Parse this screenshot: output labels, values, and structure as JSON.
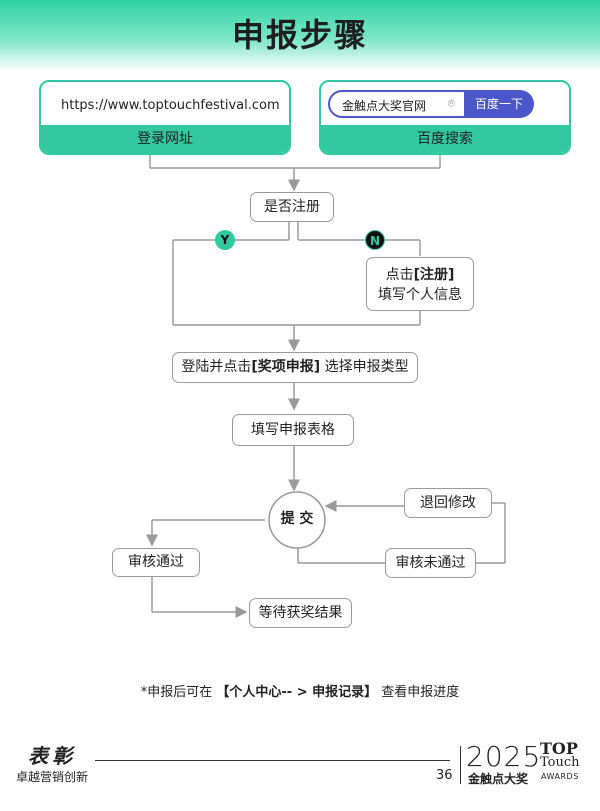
{
  "title": "申报步骤",
  "login_card": {
    "url": "https://www.toptouchfestival.com",
    "label": "登录网址"
  },
  "search_card": {
    "query": "金触点大奖官网",
    "camera_icon": "camera-icon",
    "button": "百度一下",
    "label": "百度搜索"
  },
  "flow": {
    "register_question": "是否注册",
    "yes": "Y",
    "no": "N",
    "register_step_prefix": "点击",
    "register_step_bold": "[注册]",
    "register_step_line2": "填写个人信息",
    "login_prefix": "登陆并点击",
    "login_bold": "[奖项申报]",
    "login_suffix": " 选择申报类型",
    "fill_form": "填写申报表格",
    "submit": "提 交",
    "return_edit": "退回修改",
    "passed": "审核通过",
    "not_passed": "审核未通过",
    "await_result": "等待获奖结果"
  },
  "note": {
    "prefix": "*申报后可在 ",
    "bold": "【个人中心-- > 申报记录】",
    "suffix": " 查看申报进度"
  },
  "footer": {
    "logo": "表彰",
    "slogan": "卓越营销创新",
    "page": "36",
    "year": "2025",
    "brand": "金触点大奖",
    "top_touch_line1": "TOP",
    "top_touch_line2": "Touch",
    "awards": "AWARDS"
  },
  "colors": {
    "accent": "#33c9a0",
    "search_blue": "#4b56c9",
    "badge_n": "#111111"
  }
}
